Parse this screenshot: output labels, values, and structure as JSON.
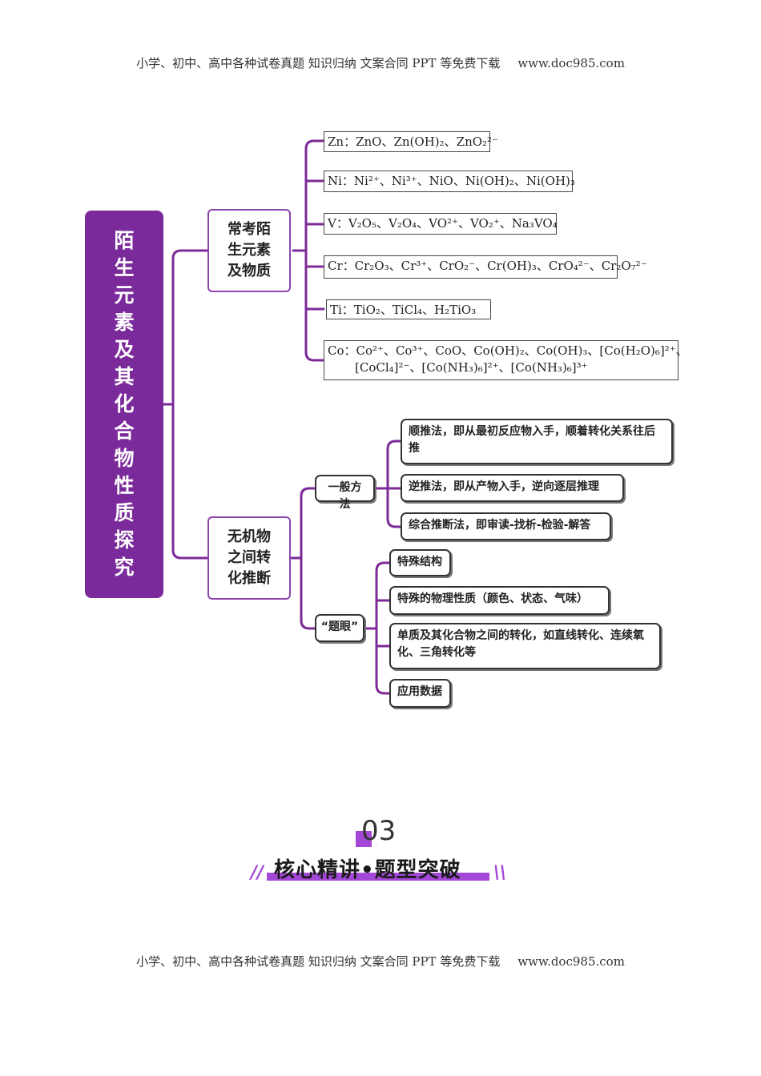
{
  "header": {
    "text": "小学、初中、高中各种试卷真题  知识归纳  文案合同  PPT 等免费下载",
    "url": "www.doc985.com"
  },
  "footer": {
    "text": "小学、初中、高中各种试卷真题  知识归纳  文案合同  PPT 等免费下载",
    "url": "www.doc985.com"
  },
  "colors": {
    "accent": "#7b2a9b",
    "line": "#7d2a98",
    "section": "#a347d6"
  },
  "mindmap": {
    "root": "陌生元素及其化合物性质探究",
    "branch1": {
      "title": "常考陌生元素及物质",
      "items": [
        "Zn：ZnO、Zn(OH)₂、ZnO₂²⁻",
        "Ni：Ni²⁺、Ni³⁺、NiO、Ni(OH)₂、Ni(OH)₃",
        "V：V₂O₅、V₂O₄、VO²⁺、VO₂⁺、Na₃VO₄",
        "Cr：Cr₂O₃、Cr³⁺、CrO₂⁻、Cr(OH)₃、CrO₄²⁻、Cr₂O₇²⁻",
        "Ti：TiO₂、TiCl₄、H₂TiO₃",
        "Co：Co²⁺、Co³⁺、CoO、Co(OH)₂、Co(OH)₃、[Co(H₂O)₆]²⁺、",
        "[CoCl₄]²⁻、[Co(NH₃)₆]²⁺、[Co(NH₃)₆]³⁺"
      ]
    },
    "branch2": {
      "title": "无机物之间转化推断",
      "method": {
        "label": "一般方法",
        "items": [
          "顺推法，即从最初反应物入手，顺着转化关系往后推",
          "逆推法，即从产物入手，逆向逐层推理",
          "综合推断法，即审读-找析-检验-解答"
        ]
      },
      "eye": {
        "label": "“题眼”",
        "items": [
          "特殊结构",
          "特殊的物理性质（颜色、状态、气味）",
          "单质及其化合物之间的转化，如直线转化、连续氧化、三角转化等",
          "应用数据"
        ]
      }
    }
  },
  "section": {
    "number": "03",
    "title": "核心精讲•题型突破",
    "slash_left": "//",
    "slash_right": "\\\\"
  }
}
